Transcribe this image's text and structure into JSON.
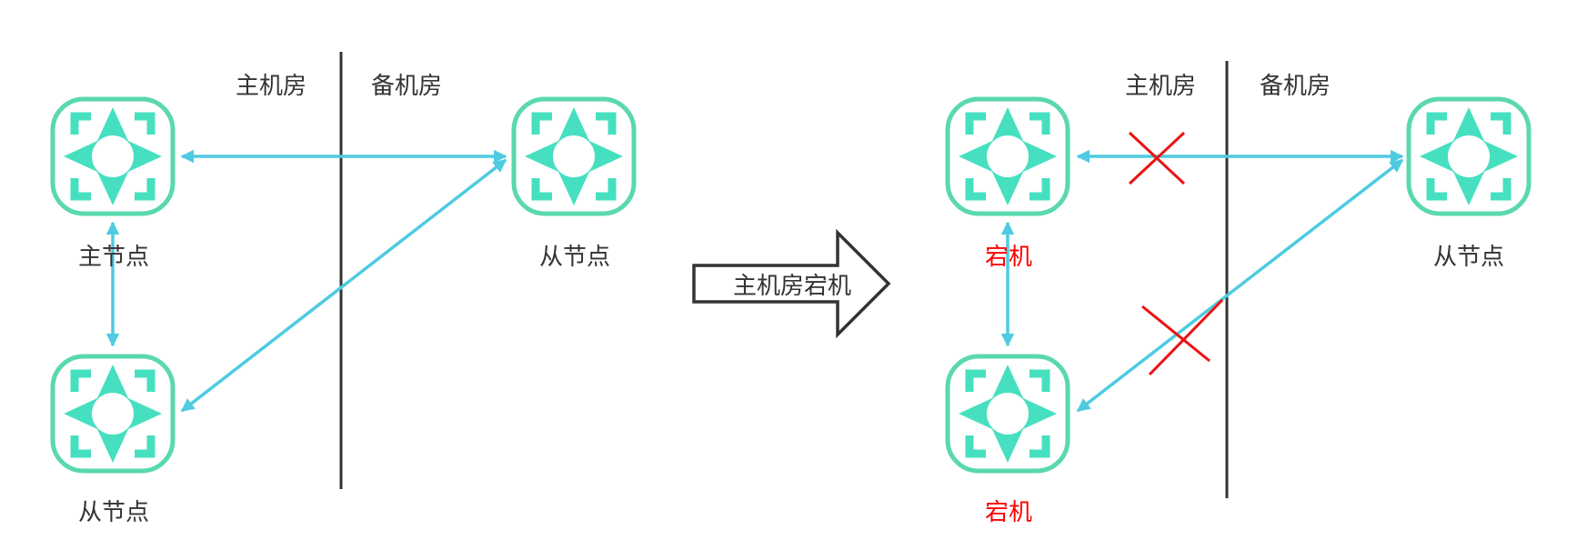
{
  "colors": {
    "node_stroke": "#5ad8b0",
    "node_fill": "#46e0c0",
    "link": "#4ecbe0",
    "divider": "#333333",
    "down_label": "#ff0000",
    "cross": "#ee1111",
    "text": "#333333"
  },
  "icons": {
    "server_node": "node-icon",
    "failed_link": "cross-icon",
    "transition": "right-arrow-icon"
  },
  "left": {
    "room_primary": "主机房",
    "room_backup": "备机房",
    "master_label": "主节点",
    "backup_slave_label": "从节点",
    "local_slave_label": "从节点"
  },
  "transition": {
    "label": "主机房宕机"
  },
  "right": {
    "room_primary": "主机房",
    "room_backup": "备机房",
    "master_label": "宕机",
    "local_slave_label": "宕机",
    "backup_slave_label": "从节点"
  }
}
